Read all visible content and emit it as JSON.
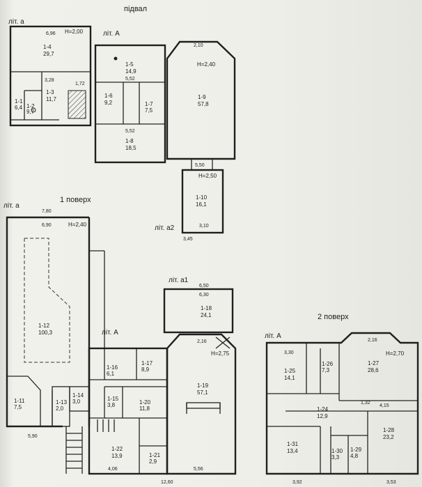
{
  "headings": {
    "basement": "підвал",
    "floor1": "1 поверх",
    "floor2": "2 поверх"
  },
  "letters": {
    "basement_a": "літ. а",
    "basement_A": "літ. А",
    "a2": "літ. а2",
    "floor1_a": "літ. а",
    "a1": "літ. а1",
    "floor1_A": "літ. А",
    "floor2_A": "літ. А"
  },
  "rooms": {
    "r1_1": {
      "id": "1-1",
      "area": "6,4"
    },
    "r1_2": {
      "id": "1-2",
      "area": "9,7"
    },
    "r1_3": {
      "id": "1-3",
      "area": "11,7"
    },
    "r1_4": {
      "id": "1-4",
      "area": "29,7"
    },
    "r1_5": {
      "id": "1-5",
      "area": "14,9"
    },
    "r1_6": {
      "id": "1-6",
      "area": "9,2"
    },
    "r1_7": {
      "id": "1-7",
      "area": "7,5"
    },
    "r1_8": {
      "id": "1-8",
      "area": "18,5"
    },
    "r1_9": {
      "id": "1-9",
      "area": "57,8"
    },
    "r1_10": {
      "id": "1-10",
      "area": "16,1"
    },
    "r1_11": {
      "id": "1-11",
      "area": "7,5"
    },
    "r1_12": {
      "id": "1-12",
      "area": "100,3"
    },
    "r1_13": {
      "id": "1-13",
      "area": "2,0"
    },
    "r1_14": {
      "id": "1-14",
      "area": "3,0"
    },
    "r1_15": {
      "id": "1-15",
      "area": "3,8"
    },
    "r1_16": {
      "id": "1-16",
      "area": "6,1"
    },
    "r1_17": {
      "id": "1-17",
      "area": "8,9"
    },
    "r1_18": {
      "id": "1-18",
      "area": "24,1"
    },
    "r1_19": {
      "id": "1-19",
      "area": "57,1"
    },
    "r1_20": {
      "id": "1-20",
      "area": "11,8"
    },
    "r1_21": {
      "id": "1-21",
      "area": "2,9"
    },
    "r1_22": {
      "id": "1-22",
      "area": "13,9"
    },
    "r1_24": {
      "id": "1-24",
      "area": "12,9"
    },
    "r1_25": {
      "id": "1-25",
      "area": "14,1"
    },
    "r1_26": {
      "id": "1-26",
      "area": "7,3"
    },
    "r1_27": {
      "id": "1-27",
      "area": "28,6"
    },
    "r1_28": {
      "id": "1-28",
      "area": "23,2"
    },
    "r1_29": {
      "id": "1-29",
      "area": "4,8"
    },
    "r1_30": {
      "id": "1-30",
      "area": "3,3"
    },
    "r1_31": {
      "id": "1-31",
      "area": "13,4"
    }
  },
  "heights": {
    "basement_a": "H=2,00",
    "r1_9": "H=2,40",
    "r1_10": "H=2,50",
    "floor1_a": "H=2,40",
    "r1_19": "H=2,75",
    "floor2": "H=2,70"
  },
  "dims": {
    "d1": "6,96",
    "d2": "3,28",
    "d3": "1,72",
    "d4": "2,10",
    "d5": "5,52",
    "d6": "5,52",
    "d7": "5,50",
    "d8": "3,10",
    "d9": "3,45",
    "d10": "7,80",
    "d11": "6,90",
    "d12": "6,50",
    "d13": "6,30",
    "d14": "2,16",
    "d15": "5,56",
    "d16": "12,60",
    "d17": "5,90",
    "d18": "4,06",
    "d19": "3,30",
    "d20": "2,16",
    "d21": "4,15",
    "d22": "3,92",
    "d23": "3,53",
    "d24": "1,32"
  }
}
